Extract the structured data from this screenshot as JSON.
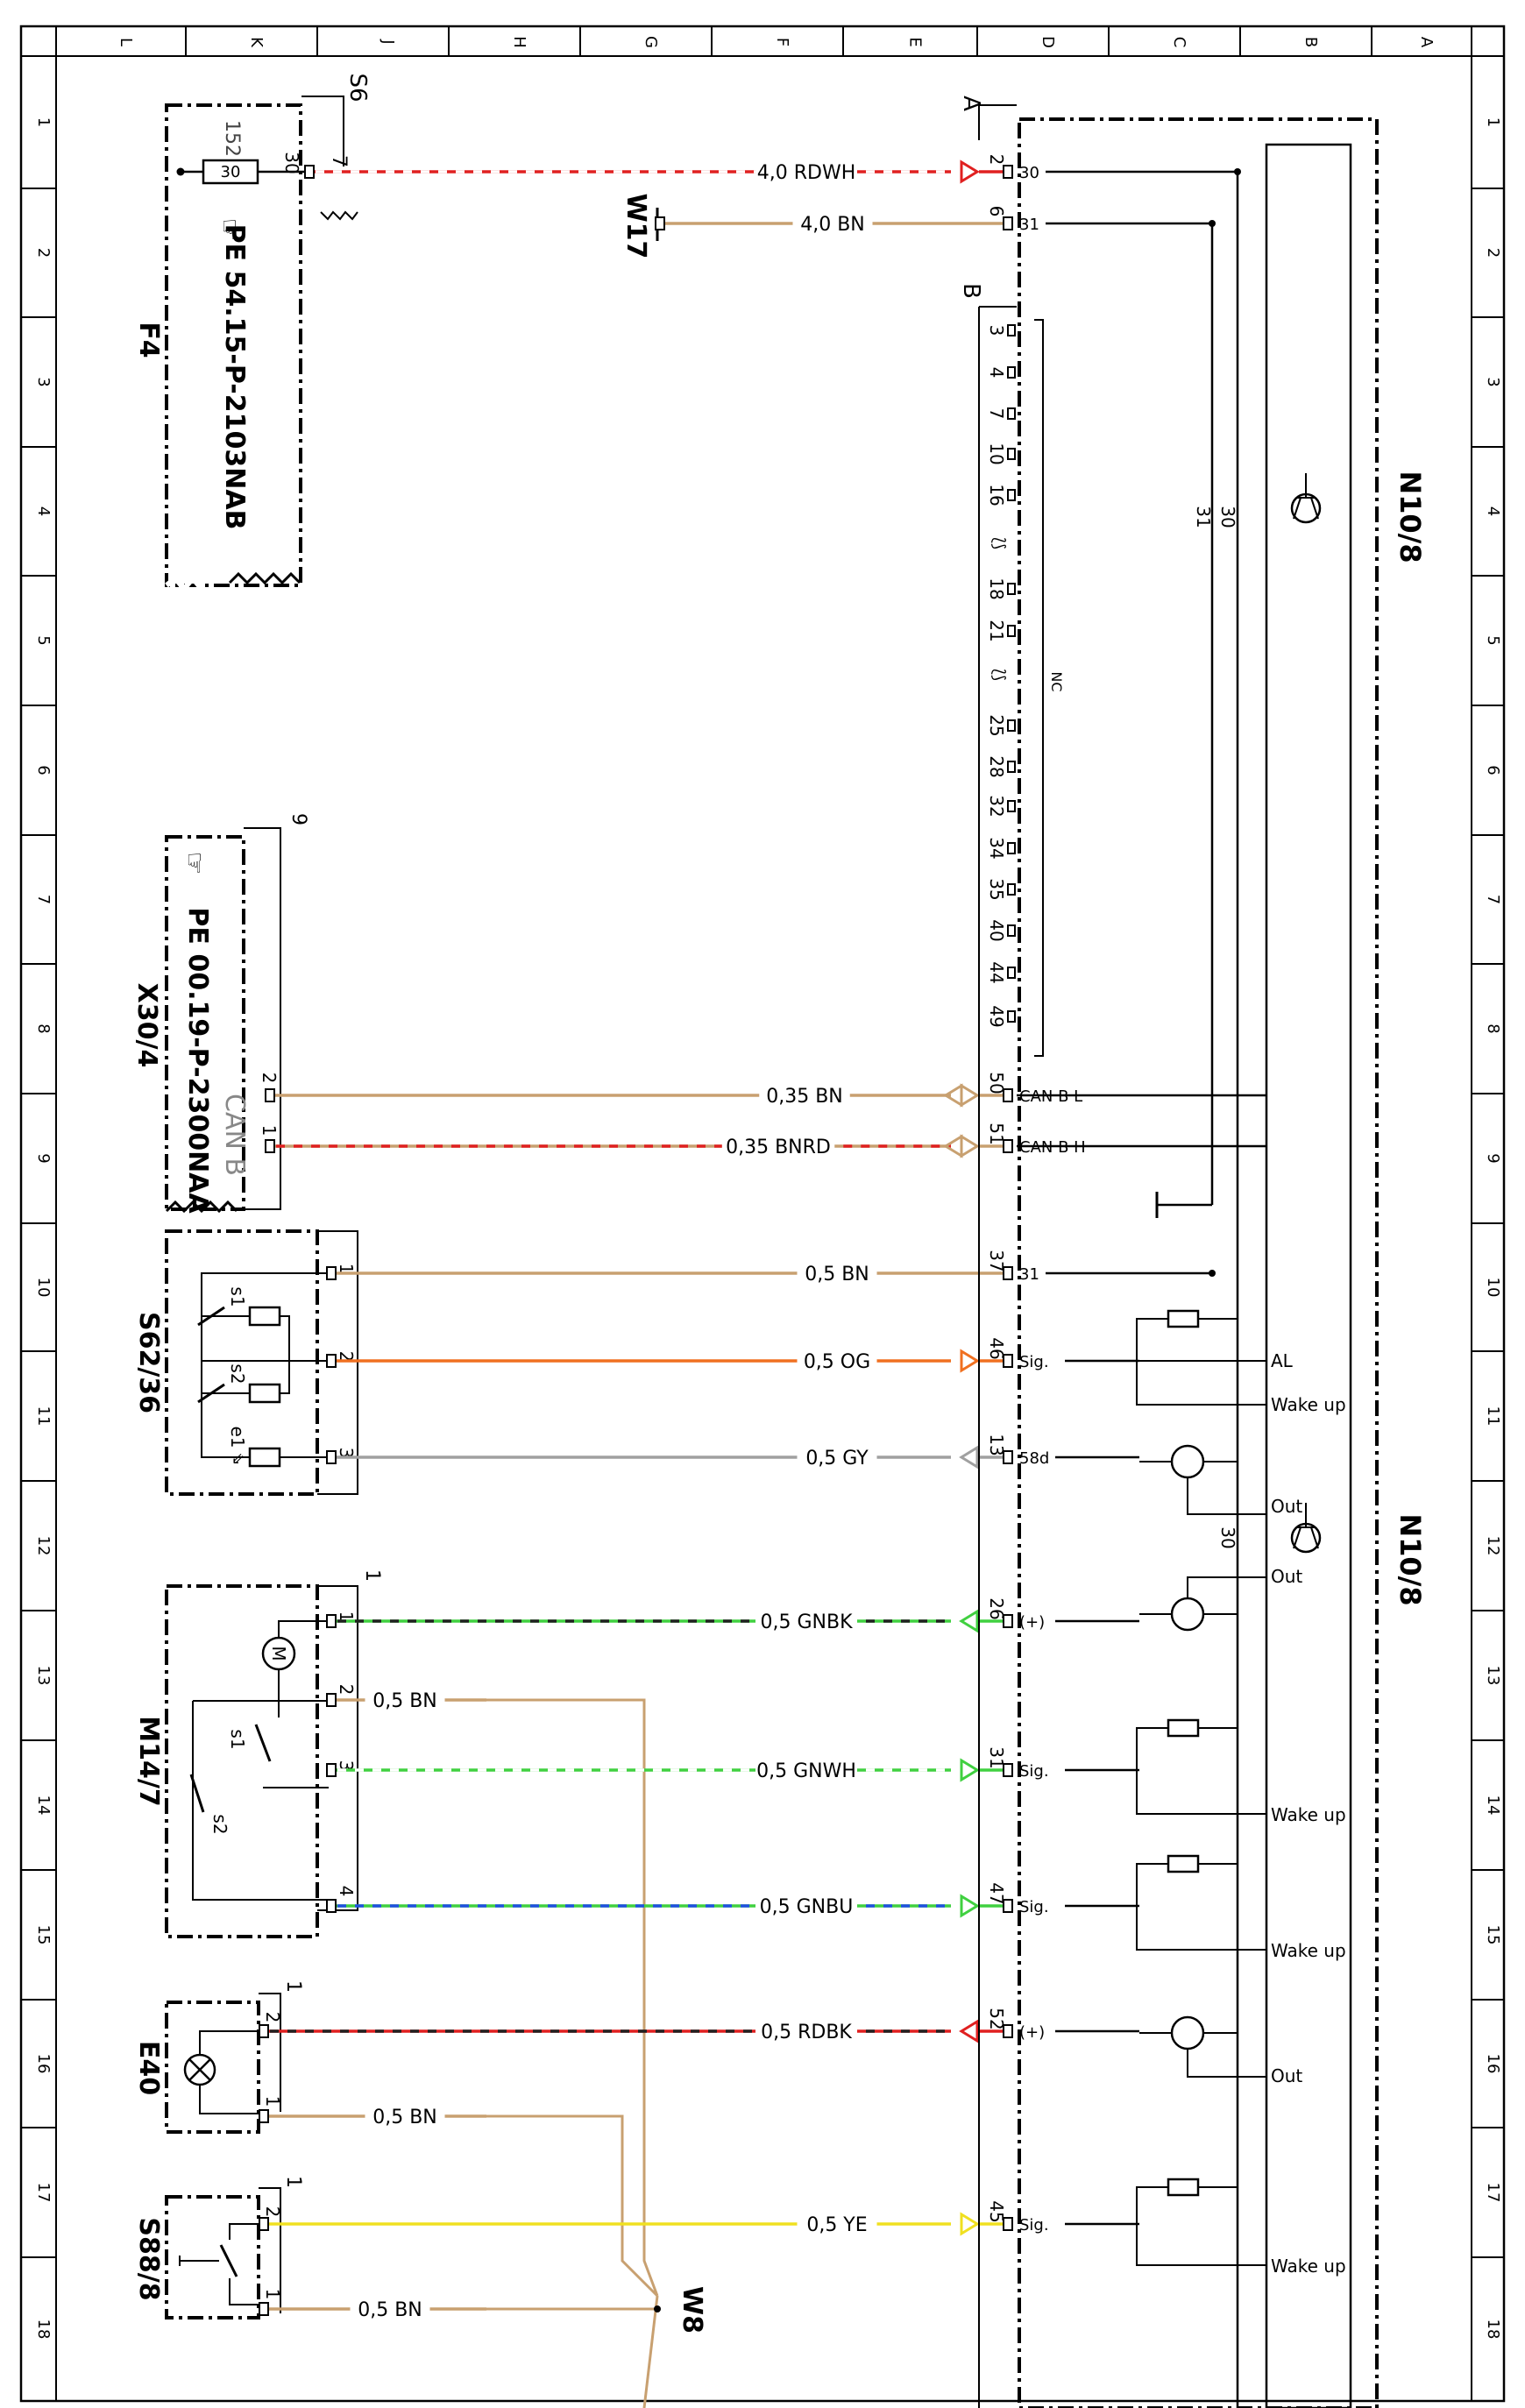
{
  "border": {
    "columns": [
      "L",
      "K",
      "J",
      "H",
      "G",
      "F",
      "E",
      "D",
      "C",
      "B",
      "A"
    ],
    "rows": [
      "1",
      "2",
      "3",
      "4",
      "5",
      "6",
      "7",
      "8",
      "9",
      "10",
      "11",
      "12",
      "13",
      "14",
      "15",
      "16",
      "17",
      "18"
    ]
  },
  "components": {
    "f4": {
      "label": "F4",
      "ref": "PE 54.15-P-2103NAB",
      "fuse_number": "152",
      "fuse_rating": "30",
      "fuse_terminal": "30",
      "pin": "7",
      "connector": "S6"
    },
    "w17": {
      "label": "W17"
    },
    "x30_4": {
      "label": "X30/4",
      "ref": "PE 00.19-P-2300NAA",
      "bus": "CAN B",
      "connector": "9",
      "pins": [
        "2",
        "1"
      ]
    },
    "s62_36": {
      "label": "S62/36",
      "pins": [
        "1",
        "2",
        "3"
      ],
      "switches": [
        "s1",
        "s2",
        "e1"
      ]
    },
    "m14_7": {
      "label": "M14/7",
      "connector": "1",
      "motor": "M",
      "pins": [
        "1",
        "2",
        "3",
        "4"
      ],
      "switches": [
        "s1",
        "s2"
      ]
    },
    "e40": {
      "label": "E40",
      "connector": "1",
      "pins": [
        "2",
        "1"
      ]
    },
    "s88_8": {
      "label": "S88/8",
      "connector": "1",
      "pins": [
        "2",
        "1"
      ]
    },
    "w8": {
      "label": "W8"
    },
    "n10_8": {
      "label": "N10/8",
      "connector_a": "A",
      "connector_b": "B",
      "nc_label": "NC"
    }
  },
  "wires": [
    {
      "id": "f4-30",
      "label": "4,0 RDWH",
      "pin": "2",
      "terminal": "30",
      "colors": [
        "#e02020",
        "#ffffff"
      ]
    },
    {
      "id": "w17-31",
      "label": "4,0 BN",
      "pin": "6",
      "terminal": "31",
      "colors": [
        "#c8a070"
      ]
    },
    {
      "id": "can-l",
      "label": "0,35 BN",
      "pin": "50",
      "terminal": "CAN B L",
      "colors": [
        "#c8a070"
      ]
    },
    {
      "id": "can-h",
      "label": "0,35 BNRD",
      "pin": "51",
      "terminal": "CAN B H",
      "colors": [
        "#c8a070",
        "#e02020"
      ]
    },
    {
      "id": "s62-1",
      "label": "0,5 BN",
      "pin": "37",
      "terminal": "31",
      "colors": [
        "#c8a070"
      ]
    },
    {
      "id": "s62-2",
      "label": "0,5 OG",
      "pin": "46",
      "terminal": "Sig.",
      "colors": [
        "#f07020"
      ]
    },
    {
      "id": "s62-3",
      "label": "0,5 GY",
      "pin": "13",
      "terminal": "58d",
      "colors": [
        "#a0a0a0"
      ]
    },
    {
      "id": "m14-1",
      "label": "0,5 GNBK",
      "pin": "26",
      "terminal": "(+)",
      "colors": [
        "#40d040",
        "#202020"
      ]
    },
    {
      "id": "m14-2",
      "label": "0,5 BN",
      "colors": [
        "#c8a070"
      ]
    },
    {
      "id": "m14-3",
      "label": "0,5 GNWH",
      "pin": "31",
      "terminal": "Sig.",
      "colors": [
        "#40d040",
        "#ffffff"
      ]
    },
    {
      "id": "m14-4",
      "label": "0,5 GNBU",
      "pin": "47",
      "terminal": "Sig.",
      "colors": [
        "#40d040",
        "#2050e0"
      ]
    },
    {
      "id": "e40-2",
      "label": "0,5 RDBK",
      "pin": "52",
      "terminal": "(+)",
      "colors": [
        "#e02020",
        "#202020"
      ]
    },
    {
      "id": "e40-1",
      "label": "0,5 BN",
      "colors": [
        "#c8a070"
      ]
    },
    {
      "id": "s88-2",
      "label": "0,5 YE",
      "pin": "45",
      "terminal": "Sig.",
      "colors": [
        "#f0e020"
      ]
    },
    {
      "id": "s88-1",
      "label": "0,5 BN",
      "colors": [
        "#c8a070"
      ]
    }
  ],
  "nc_pins": [
    "3",
    "4",
    "7",
    "10",
    "16",
    "18",
    "21",
    "25",
    "28",
    "32",
    "34",
    "35",
    "40",
    "44",
    "49"
  ],
  "module": {
    "rail_30": "30",
    "rail_31": "31",
    "terminal_labels": [
      "AL",
      "Wake up",
      "Out",
      "Out",
      "Wake up",
      "Wake up",
      "Out",
      "Wake up"
    ]
  }
}
